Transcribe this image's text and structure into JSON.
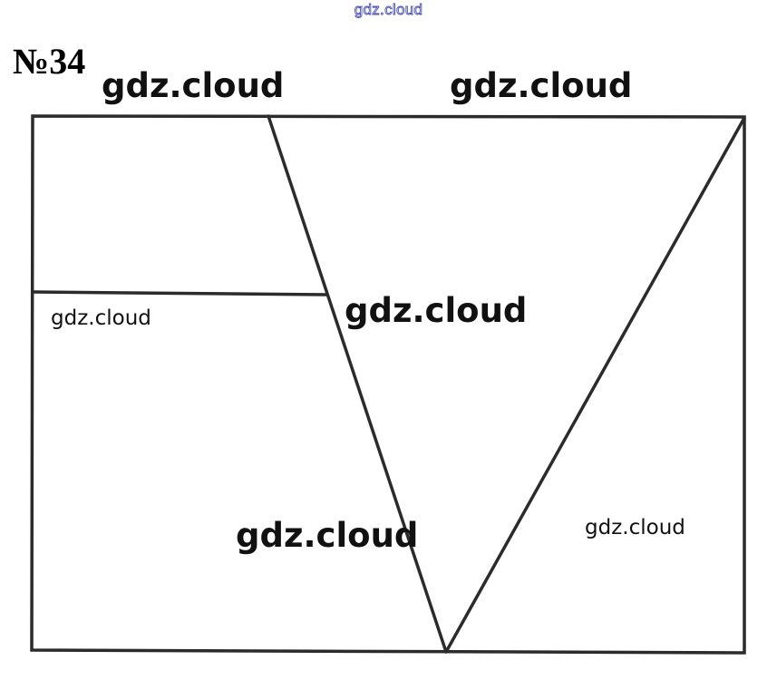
{
  "header": {
    "site_watermark": "gdz.cloud",
    "problem_number": "№34"
  },
  "figure": {
    "description_labels": [],
    "watermarks": [
      "gdz.cloud",
      "gdz.cloud",
      "gdz.cloud",
      "gdz.cloud",
      "gdz.cloud",
      "gdz.cloud"
    ],
    "line_color": "#2b2b2b"
  }
}
